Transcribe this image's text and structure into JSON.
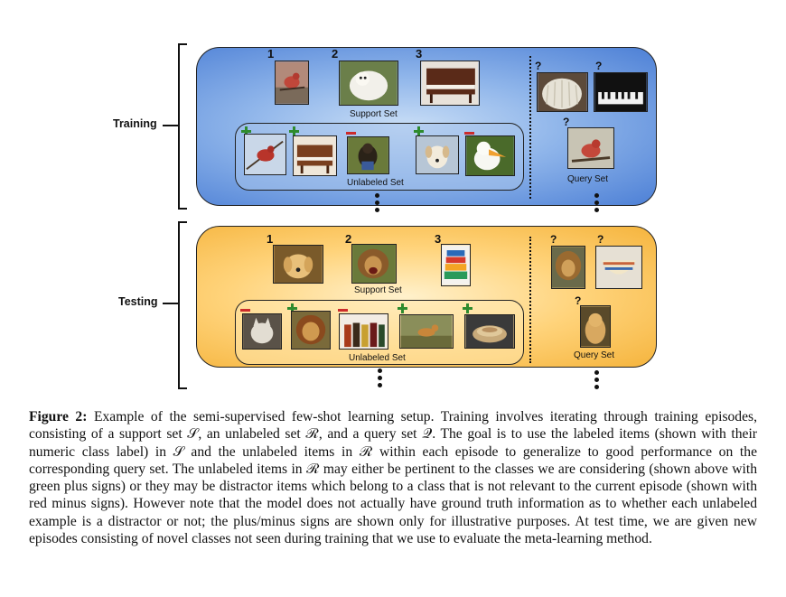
{
  "figure": {
    "row_labels": {
      "training": "Training",
      "testing": "Testing"
    },
    "training": {
      "support_numbers": [
        "1",
        "2",
        "3"
      ],
      "support_label": "Support Set",
      "unlabeled_label": "Unlabeled Set",
      "query_label": "Query Set",
      "query_marks": [
        "?",
        "?",
        "?"
      ],
      "unlabeled_signs": [
        "plus",
        "plus",
        "minus",
        "plus",
        "minus"
      ],
      "support_images": [
        "bird-photo",
        "white-dog-photo",
        "piano-photo"
      ],
      "unlabeled_images": [
        "bird-photo",
        "piano-photo",
        "dog-with-toy-photo",
        "puppy-photo",
        "duck-photo"
      ],
      "query_images": [
        "mop-dog-photo",
        "piano-keys-photo",
        "bird-photo"
      ]
    },
    "testing": {
      "support_numbers": [
        "1",
        "2",
        "3"
      ],
      "support_label": "Support Set",
      "unlabeled_label": "Unlabeled Set",
      "query_label": "Query Set",
      "query_marks": [
        "?",
        "?",
        "?"
      ],
      "unlabeled_signs": [
        "minus",
        "plus",
        "minus",
        "plus",
        "plus"
      ],
      "support_images": [
        "golden-dog-photo",
        "lion-photo",
        "stacked-bowls-photo"
      ],
      "unlabeled_images": [
        "wolf-photo",
        "lion-photo",
        "bottles-photo",
        "dog-field-photo",
        "bowls-photo"
      ],
      "query_images": [
        "lion-photo",
        "bowl-photo",
        "golden-dog-photo"
      ]
    },
    "colors": {
      "training_panel": "#6f9ee2",
      "testing_panel": "#fbc95b",
      "plus": "#2e8b2e",
      "minus": "#cc2b2b"
    }
  },
  "caption": {
    "label": "Figure 2:",
    "text": " Example of the semi-supervised few-shot learning setup. Training involves iterating through training episodes, consisting of a support set 𝒮, an unlabeled set ℛ, and a query set 𝒬. The goal is to use the labeled items (shown with their numeric class label) in 𝒮 and the unlabeled items in ℛ within each episode to generalize to good performance on the corresponding query set. The unlabeled items in ℛ may either be pertinent to the classes we are considering (shown above with green plus signs) or they may be distractor items which belong to a class that is not relevant to the current episode (shown with red minus signs). However note that the model does not actually have ground truth information as to whether each unlabeled example is a distractor or not; the plus/minus signs are shown only for illustrative purposes. At test time, we are given new episodes consisting of novel classes not seen during training that we use to evaluate the meta-learning method."
  }
}
